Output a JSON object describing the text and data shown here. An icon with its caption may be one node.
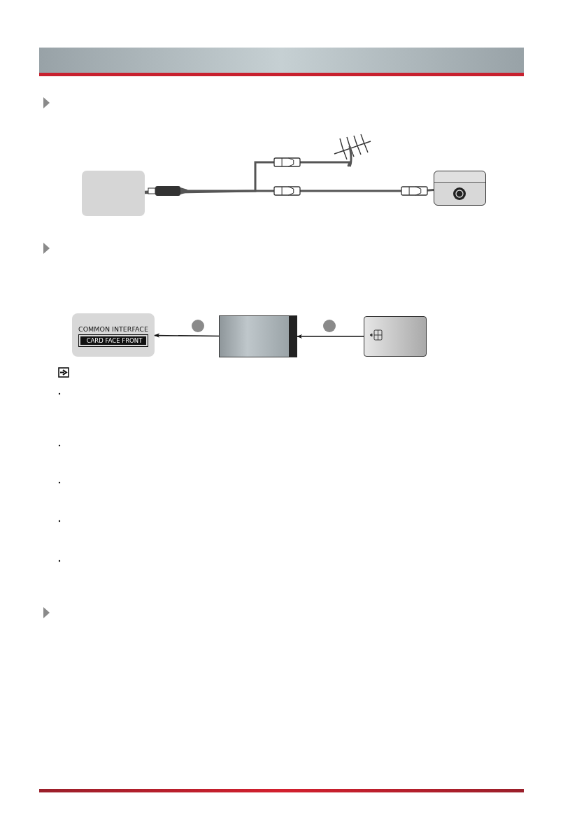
{
  "diagram": {
    "nodes": [
      {
        "text": [],
        "shape": "box"
      },
      {
        "text": [],
        "shape": "picture"
      },
      {
        "text": [],
        "shape": "box"
      },
      {
        "text": [
          "COMMON INTERFACE",
          "CARD FACE FRONT"
        ]
      },
      {
        "text": [],
        "shape": "box"
      },
      {
        "text": [],
        "shape": "box"
      }
    ],
    "edges": [
      {
        "from": 0,
        "to": 2,
        "arrow": "none"
      },
      {
        "from": 0,
        "to": 1,
        "arrow": "none"
      },
      {
        "from": 4,
        "to": 3,
        "arrow": "to"
      },
      {
        "from": 5,
        "to": 4,
        "arrow": "to"
      }
    ]
  }
}
